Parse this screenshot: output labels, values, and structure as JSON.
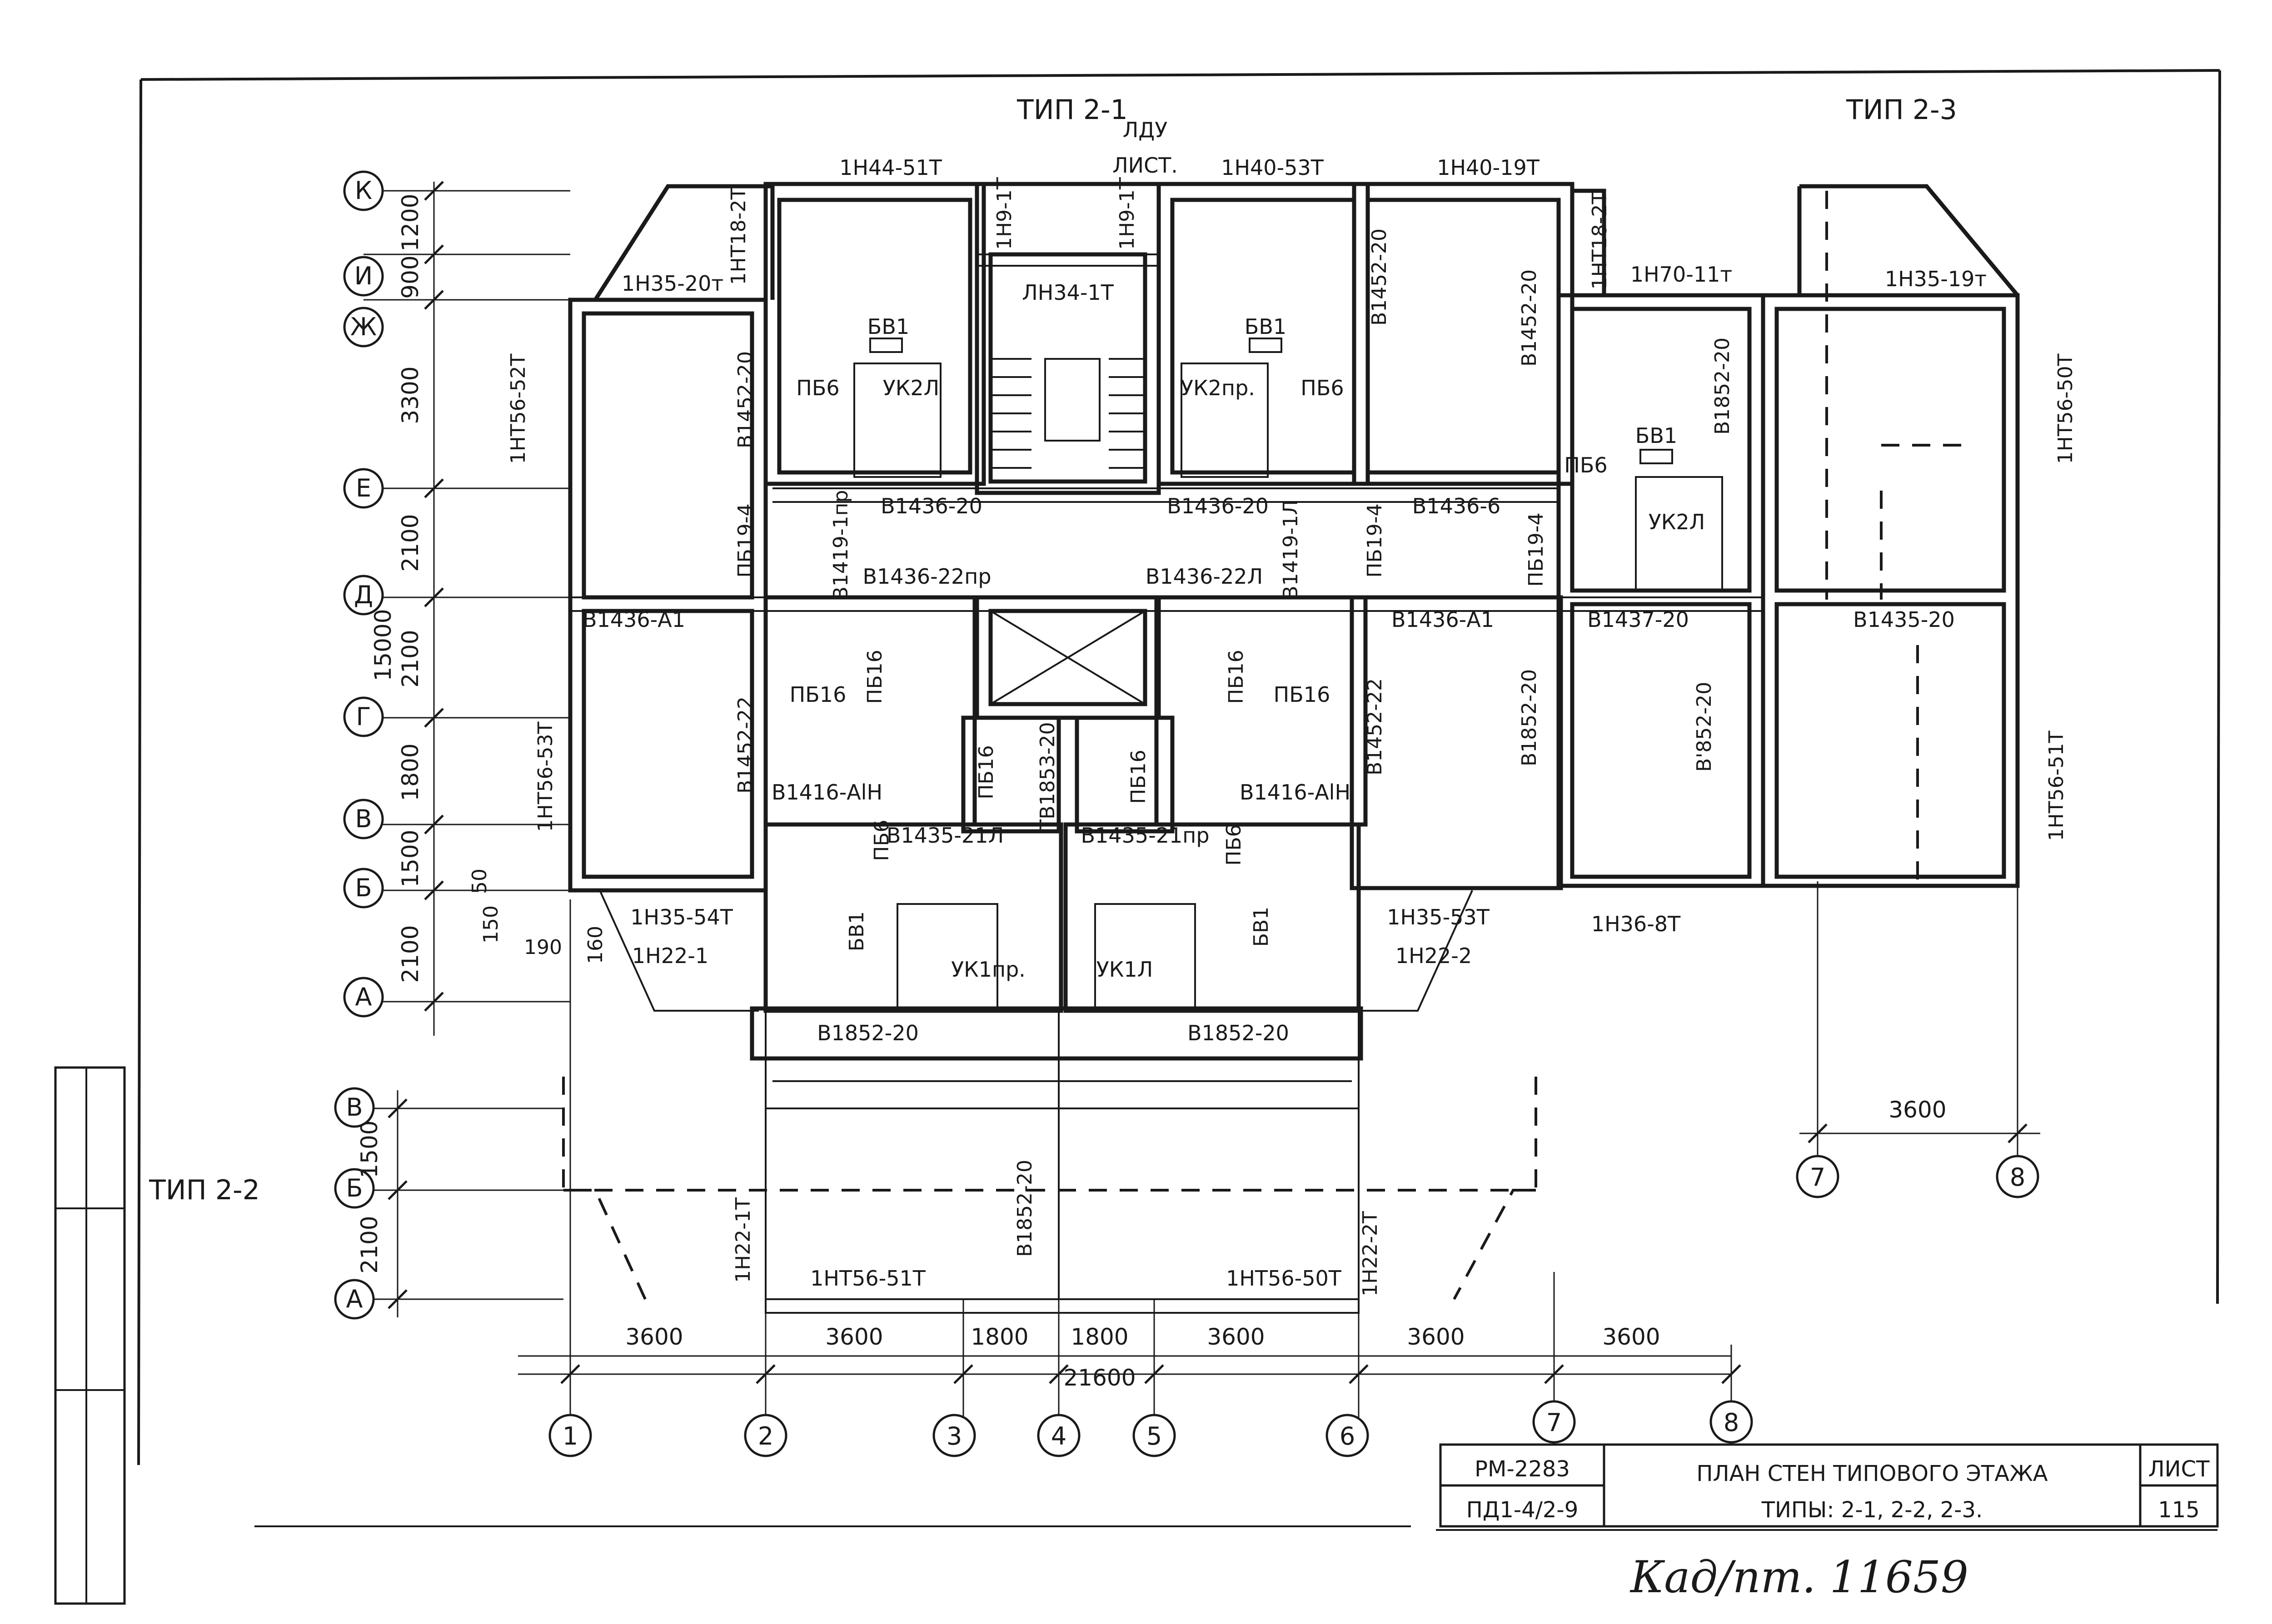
{
  "colors": {
    "ink": "#1a1a1a",
    "paper": "#ffffff"
  },
  "types": {
    "t21": "ТИП 2-1",
    "t22": "ТИП 2-2",
    "t23": "ТИП 2-3"
  },
  "axes_rows": {
    "K": "К",
    "I": "И",
    "ZH": "Ж",
    "E": "Е",
    "D": "Д",
    "G": "Г",
    "V": "В",
    "B": "Б",
    "A": "А"
  },
  "axes_cols": {
    "c1": "1",
    "c2": "2",
    "c3": "3",
    "c4": "4",
    "c5": "5",
    "c6": "6",
    "c7": "7",
    "c8": "8"
  },
  "dims_left": {
    "d1200": "1200",
    "d900": "900",
    "d3300": "3300",
    "d2100a": "2100",
    "d15000": "15000",
    "d2100b": "2100",
    "d1800": "1800",
    "d1500": "1500",
    "d2100c": "2100"
  },
  "dims_small": {
    "d50": "50",
    "d150": "150",
    "d190": "190",
    "d160": "160"
  },
  "dims_bottom": {
    "b1": "3600",
    "b2": "3600",
    "b3": "1800",
    "b4": "1800",
    "b5": "3600",
    "b6": "3600",
    "b7": "3600",
    "total": "21600"
  },
  "dims_t22": {
    "d1500": "1500",
    "d2100": "2100"
  },
  "dim_t23": "3600",
  "panels": {
    "p1h44": "1Н44-51Т",
    "p1h40a": "1Н40-53Т",
    "p1h40b": "1Н40-19Т",
    "ldu": "ЛДУ",
    "list": "ЛИСТ.",
    "p1h35_20": "1Н35-20т",
    "p1ht18a": "1НТ18-2Т",
    "p1ht18b": "1НТ18-2Т",
    "p1h9a": "1Н9-1Т",
    "p1h9b": "1Н9-1Т",
    "lh34": "ЛН34-1Т",
    "p1h70": "1Н70-11т",
    "p1h35_19": "1Н35-19т",
    "bv1a": "БВ1",
    "bv1b": "БВ1",
    "bv1c": "БВ1",
    "bv1d": "БВ1",
    "bv1e": "БВ1",
    "uk2l": "УК2Л",
    "uk2pr": "УК2пр.",
    "uk2l2": "УК2Л",
    "uk1pr": "УК1пр.",
    "uk1l": "УК1Л",
    "pb6a": "ПБ6",
    "pb6b": "ПБ6",
    "pb6c": "ПБ6",
    "pb6d": "ПБ6",
    "pb6e": "ПБ6",
    "b1452a": "В1452-20",
    "b1452b": "В1452-20",
    "b1452c": "В1452-20",
    "b1852a": "В1852-20",
    "b1436_20a": "В1436-20",
    "b1436_20b": "В1436-20",
    "b1436_6": "В1436-6",
    "pb19a": "ПБ19-4",
    "pb19b": "ПБ19-4",
    "pb19c": "ПБ19-4",
    "b1419pr": "В1419-1пр",
    "b1419l": "В1419-1Л",
    "b1436_22pr": "В1436-22пр",
    "b1436_22l": "В1436-22Л",
    "b1436_a1a": "В1436-А1",
    "b1436_a1b": "В1436-А1",
    "b1437": "В1437-20",
    "b1435": "В1435-20",
    "h56_52": "1НТ56-52Т",
    "h56_53": "1НТ56-53Т",
    "h56_50": "1НТ56-50Т",
    "h56_51": "1НТ56-51Т",
    "pb16a": "ПБ16",
    "pb16b": "ПБ16",
    "pb16c": "ПБ16",
    "pb16d": "ПБ16",
    "b1452_22a": "В1452-22",
    "b1452_22b": "В1452-22",
    "b1852b": "В1852-20",
    "b3852": "В'852-20",
    "pb16e": "ПБ16",
    "pb16f": "ПБ16",
    "tb1853": "ТВ1853-20",
    "b1416a": "В1416-АlН",
    "b1416b": "В1416-АlН",
    "b1435_21l": "В1435-21Л",
    "b1435_21pr": "В1435-21пр",
    "h35_54": "1Н35-54Т",
    "h35_53": "1Н35-53Т",
    "h36_8": "1Н36-8Т",
    "h22_1": "1Н22-1",
    "h22_2": "1Н22-2",
    "b1852c": "В1852-20",
    "b1852d": "В1852-20",
    "h22_1t": "1Н22-1Т",
    "h22_2t": "1Н22-2Т",
    "h56_51b": "1НТ56-51Т",
    "h56_50b": "1НТ56-50Т",
    "b1852e": "В1852-20"
  },
  "title_block": {
    "code1": "РМ-2283",
    "code2": "ПД1-4/2-9",
    "title1": "ПЛАН СТЕН ТИПОВОГО ЭТАЖА",
    "title2": "ТИПЫ: 2-1, 2-2, 2-3.",
    "sheet_label": "ЛИСТ",
    "sheet_num": "115"
  },
  "handwritten": "Кад/пт. 11659"
}
